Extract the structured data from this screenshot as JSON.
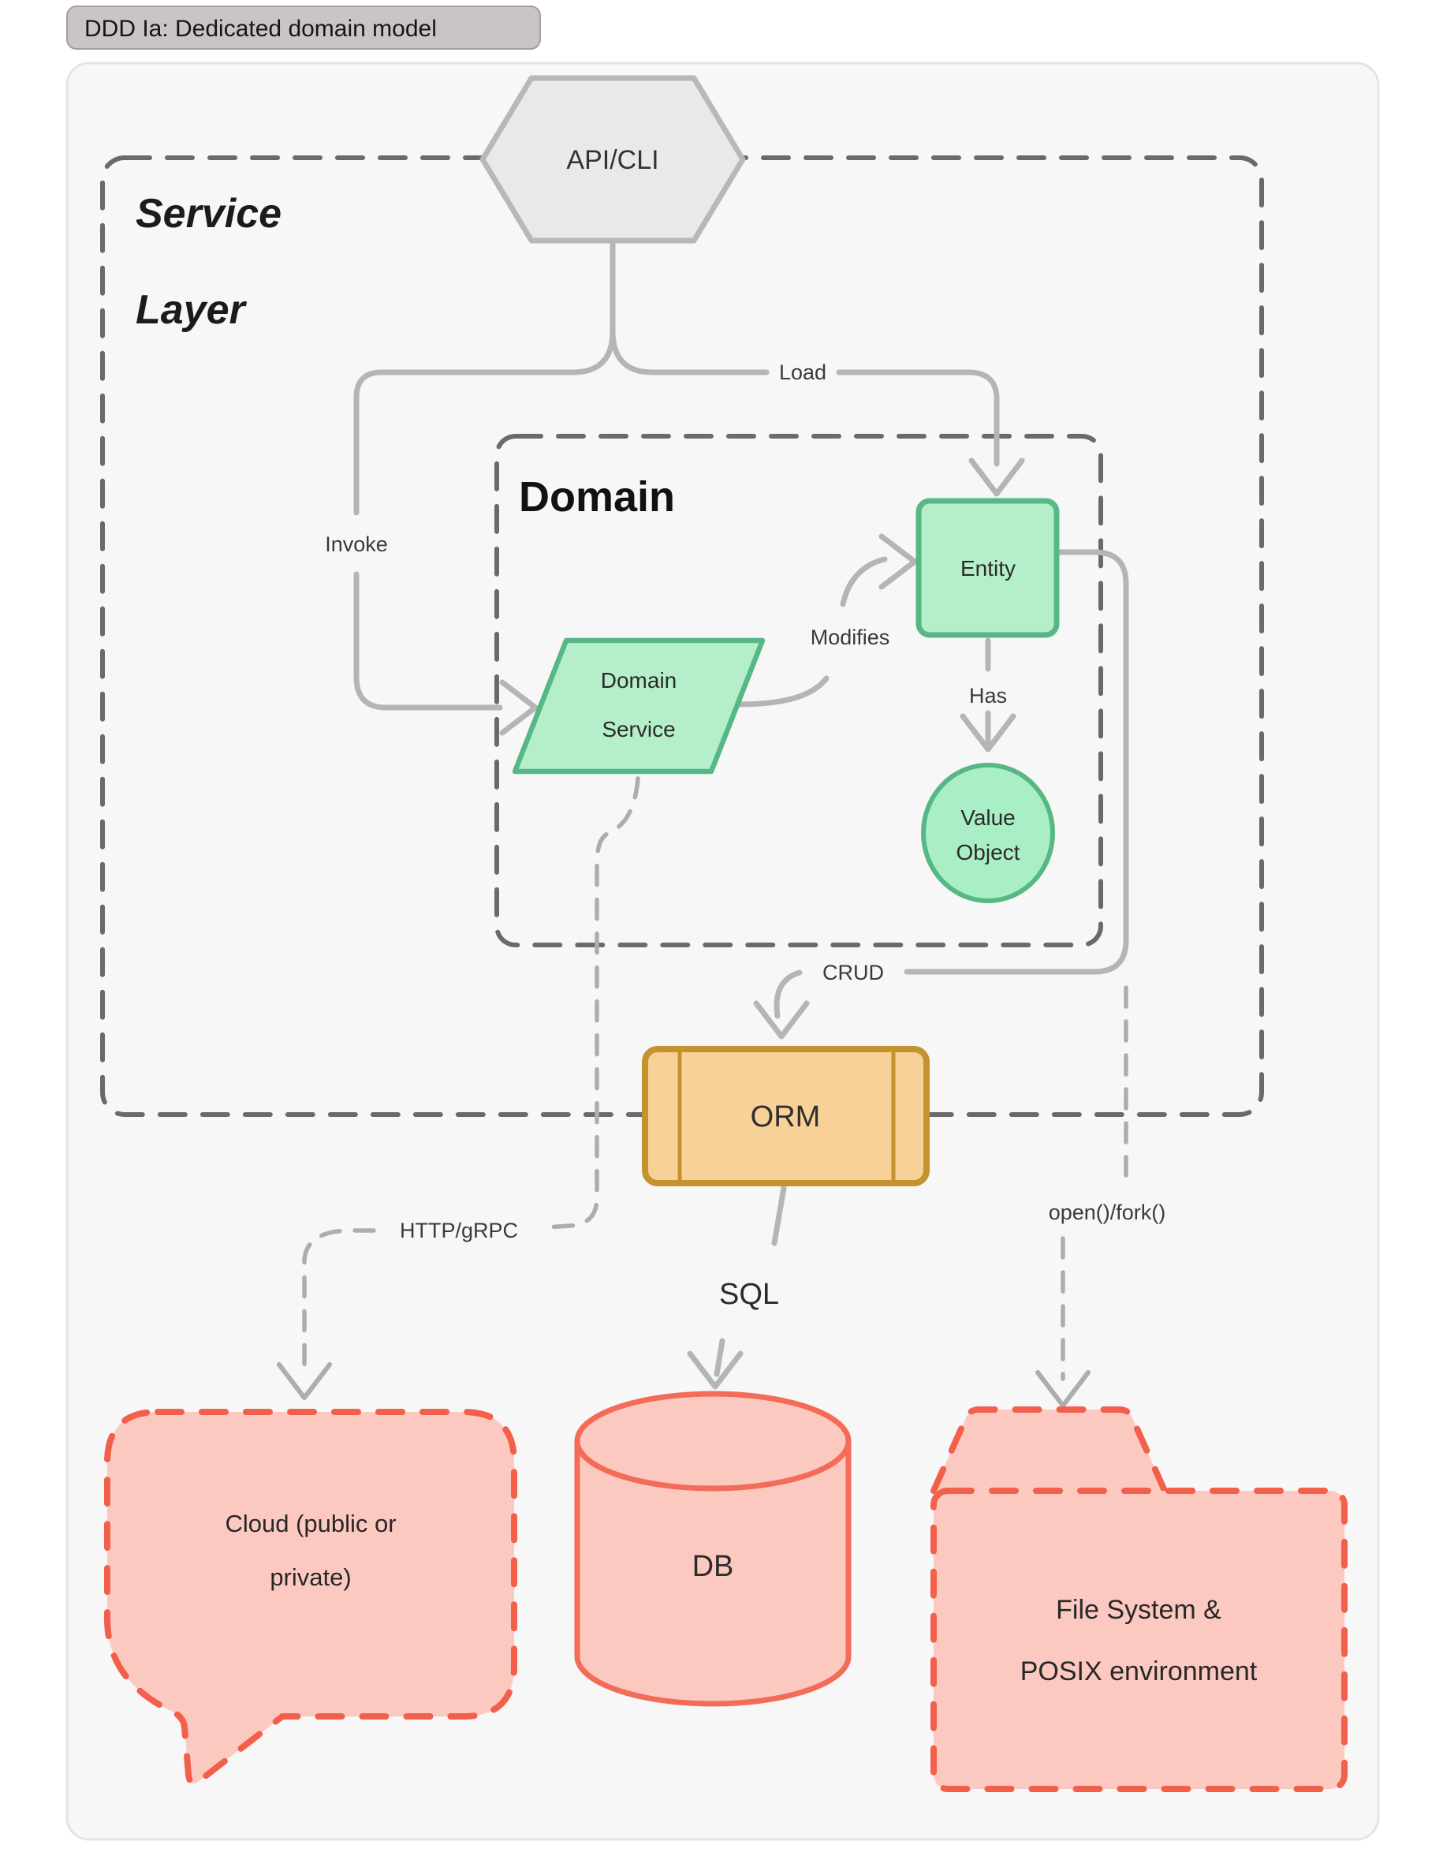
{
  "title_badge": {
    "label": "DDD Ia: Dedicated domain model"
  },
  "containers": {
    "service_layer": {
      "label_line1": "Service",
      "label_line2": "Layer"
    },
    "domain": {
      "label": "Domain"
    }
  },
  "nodes": {
    "api_cli": {
      "label": "API/CLI"
    },
    "entity": {
      "label": "Entity"
    },
    "domain_service": {
      "line1": "Domain",
      "line2": "Service"
    },
    "value_object": {
      "line1": "Value",
      "line2": "Object"
    },
    "orm": {
      "label": "ORM"
    },
    "db": {
      "label": "DB"
    },
    "cloud": {
      "line1": "Cloud (public or",
      "line2": "private)"
    },
    "file_system": {
      "line1": "File System &",
      "line2": "POSIX environment"
    }
  },
  "edges": {
    "load": "Load",
    "invoke": "Invoke",
    "modifies": "Modifies",
    "has": "Has",
    "crud": "CRUD",
    "http_grpc": "HTTP/gRPC",
    "sql": "SQL",
    "open_fork": "open()/fork()"
  },
  "colors": {
    "card_bg": "#f7f7f7",
    "card_border": "#e4e4e4",
    "chip_bg": "#cbc4c5",
    "chip_border": "#a79d9e",
    "box_dash": "#6a6a6a",
    "gray_node_fill": "#e9e9e9",
    "gray_node_stroke": "#b8b8b8",
    "green_fill": "#b5efca",
    "green_stroke": "#57b885",
    "value_fill": "#a9eec5",
    "orange_fill": "#f8d198",
    "orange_stroke": "#c4922e",
    "red_fill": "#fcc9c1",
    "red_dash_stroke": "#f2604c",
    "db_stroke": "#f26c58"
  }
}
